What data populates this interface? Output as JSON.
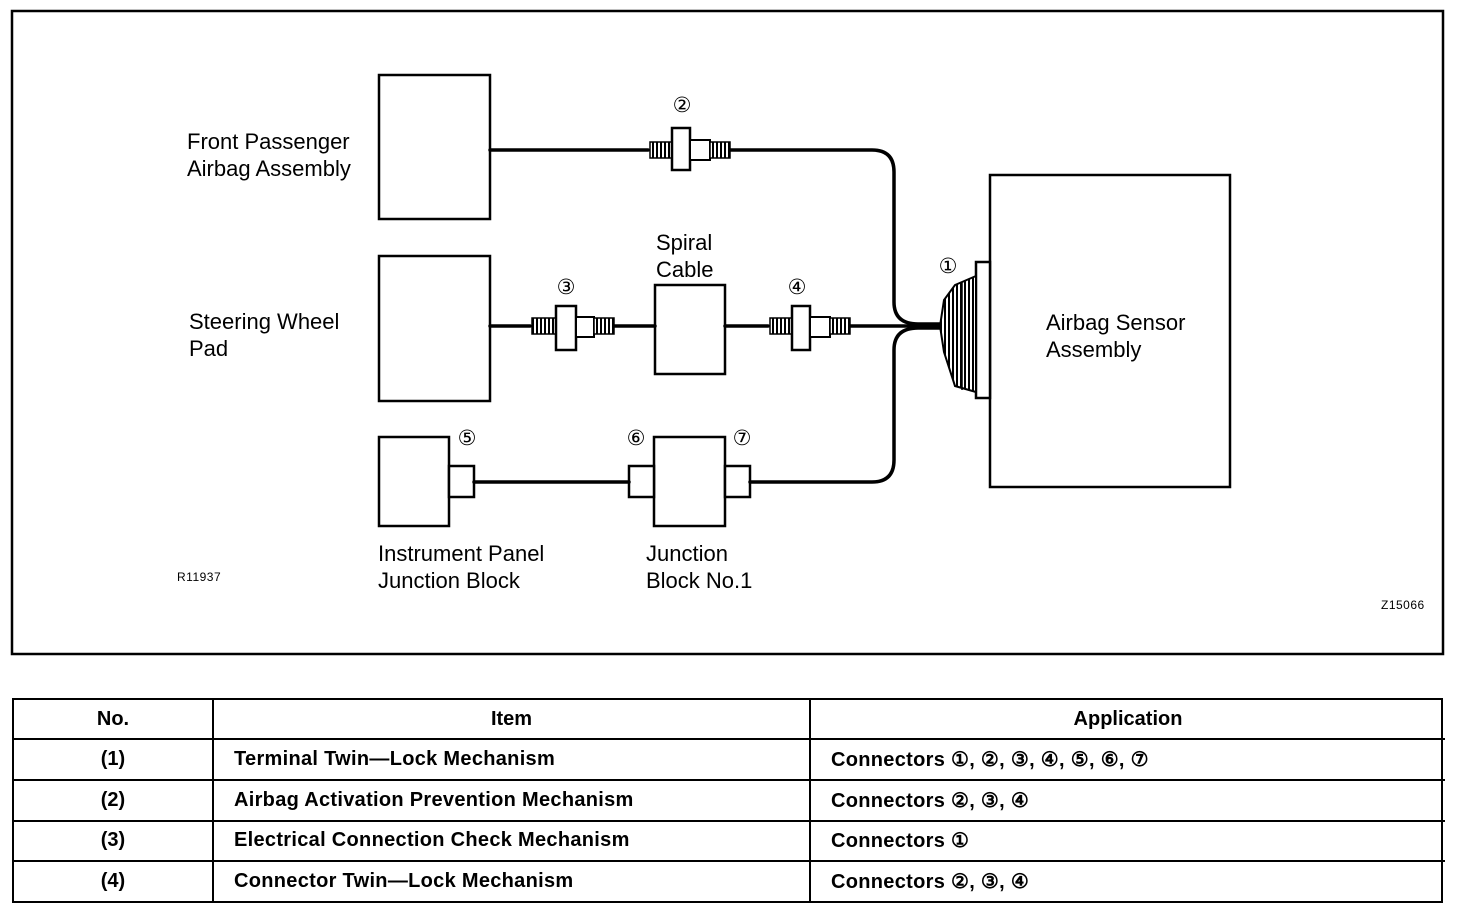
{
  "diagram": {
    "labels": {
      "front_passenger_line1": "Front Passenger",
      "front_passenger_line2": "Airbag Assembly",
      "steering_wheel_line1": "Steering Wheel",
      "steering_wheel_line2": "Pad",
      "spiral_cable_line1": "Spiral",
      "spiral_cable_line2": "Cable",
      "sensor_line1": "Airbag Sensor",
      "sensor_line2": "Assembly",
      "ip_junction_line1": "Instrument Panel",
      "ip_junction_line2": "Junction Block",
      "junction_no1_line1": "Junction",
      "junction_no1_line2": "Block No.1"
    },
    "connector_numbers": {
      "c1": "①",
      "c2": "②",
      "c3": "③",
      "c4": "④",
      "c5": "⑤",
      "c6": "⑥",
      "c7": "⑦"
    },
    "codes": {
      "left": "R11937",
      "right": "Z15066"
    },
    "line_color": "#000000"
  },
  "table": {
    "headers": {
      "no": "No.",
      "item": "Item",
      "application": "Application"
    },
    "rows": [
      {
        "no": "(1)",
        "item": "Terminal Twin—Lock Mechanism",
        "application": "Connectors ①, ②, ③, ④, ⑤, ⑥, ⑦"
      },
      {
        "no": "(2)",
        "item": "Airbag Activation Prevention Mechanism",
        "application": "Connectors ②, ③, ④"
      },
      {
        "no": "(3)",
        "item": "Electrical Connection Check Mechanism",
        "application": "Connectors ①"
      },
      {
        "no": "(4)",
        "item": "Connector Twin—Lock Mechanism",
        "application": "Connectors ②, ③, ④"
      }
    ]
  }
}
